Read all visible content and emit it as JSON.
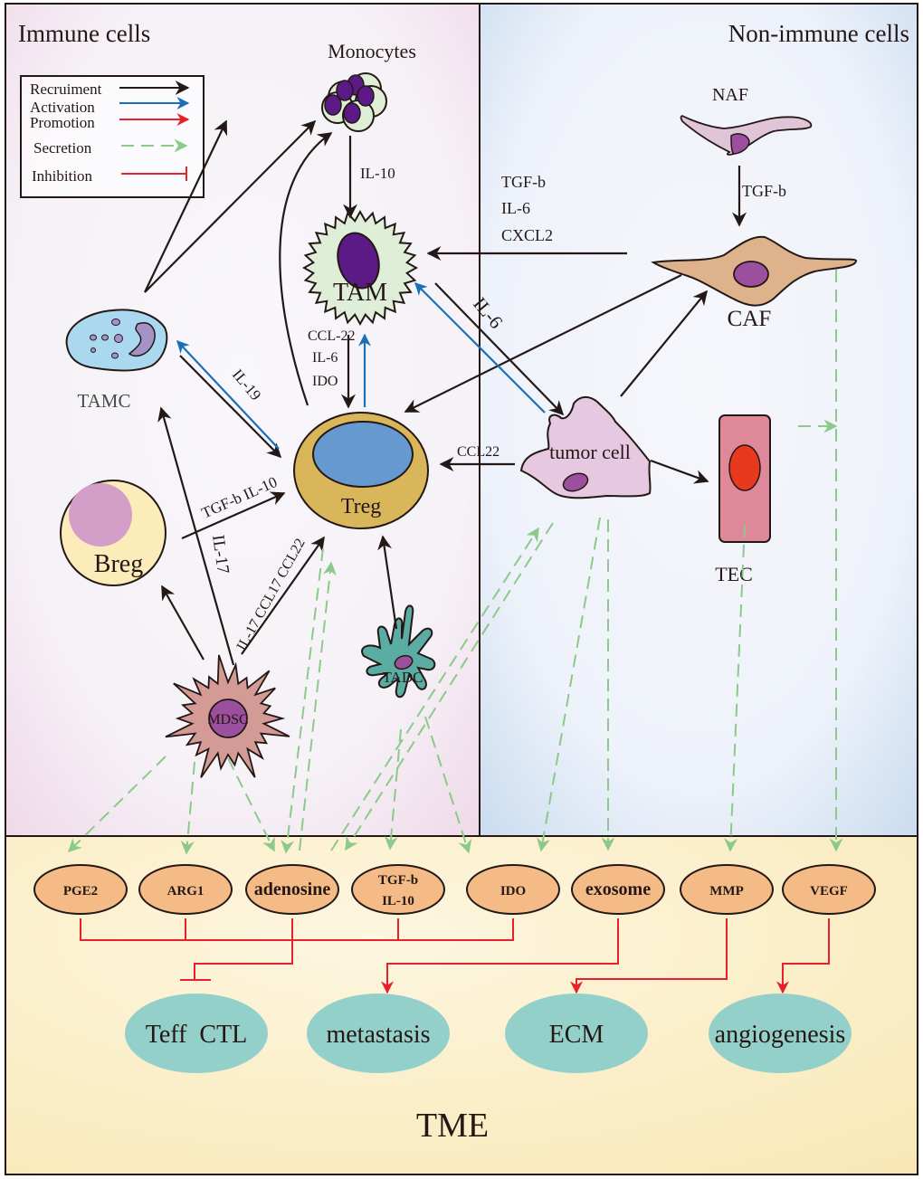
{
  "panels": {
    "immune_title": "Immune cells",
    "non_immune_title": "Non-immune cells",
    "tme_title": "TME"
  },
  "legend": {
    "items": [
      {
        "label": "Recruiment",
        "type": "Recruitment",
        "color": "#231815"
      },
      {
        "label": "Activation",
        "type": "Activation",
        "color": "#1a6fb5"
      },
      {
        "label": "Promotion",
        "type": "Promotion",
        "color": "#e8202a"
      },
      {
        "label": "Secretion",
        "type": "Secretion",
        "color": "#8cc98a"
      },
      {
        "label": "Inhibition",
        "type": "Inhibition",
        "color": "#e8202a"
      }
    ]
  },
  "cells": {
    "monocytes": "Monocytes",
    "tam": "TAM",
    "tamc": "TAMC",
    "treg": "Treg",
    "breg": "Breg",
    "mdsc": "MDSC",
    "tadc": "TADC",
    "naf": "NAF",
    "caf": "CAF",
    "tumor": "tumor cell",
    "tec": "TEC"
  },
  "edge_labels": {
    "mono_to_tam": "IL-10",
    "caf_to_tam": [
      "TGF-b",
      "IL-6",
      "CXCL2"
    ],
    "naf_to_caf": "TGF-b",
    "tam_to_tumor": "IL-6",
    "tam_to_treg": [
      "CCL-22",
      "IL-6",
      "IDO"
    ],
    "tamc_treg": "IL-19",
    "breg_to_treg": "TGF-b IL-10",
    "mdsc_to_tamc": "IL-17",
    "mdsc_to_treg": "IL-17 CCL17 CCL22",
    "tumor_to_treg": "CCL22"
  },
  "mediators": [
    {
      "label": "PGE2"
    },
    {
      "label": "ARG1"
    },
    {
      "label": "adenosine"
    },
    {
      "label": "TGF-b",
      "label2": "IL-10"
    },
    {
      "label": "IDO"
    },
    {
      "label": "exosome"
    },
    {
      "label": "MMP"
    },
    {
      "label": "VEGF"
    }
  ],
  "outcomes": [
    {
      "label": "Teff  CTL"
    },
    {
      "label": "metastasis"
    },
    {
      "label": "ECM"
    },
    {
      "label": "angiogenesis"
    }
  ],
  "colors": {
    "immune_bg_edge": "#f2dcea",
    "immune_bg_center": "#f7f6fa",
    "nonimmune_bg_edge": "#c9dcf0",
    "nonimmune_bg_center": "#f4f6fb",
    "tme_bg": "#fbefc8",
    "mediator_fill": "#f5bb86",
    "outcome_fill": "#93d0ca",
    "black_arrow": "#231815",
    "blue_arrow": "#1a6fb5",
    "red_arrow": "#e8202a",
    "green_dash": "#8cc98a"
  }
}
